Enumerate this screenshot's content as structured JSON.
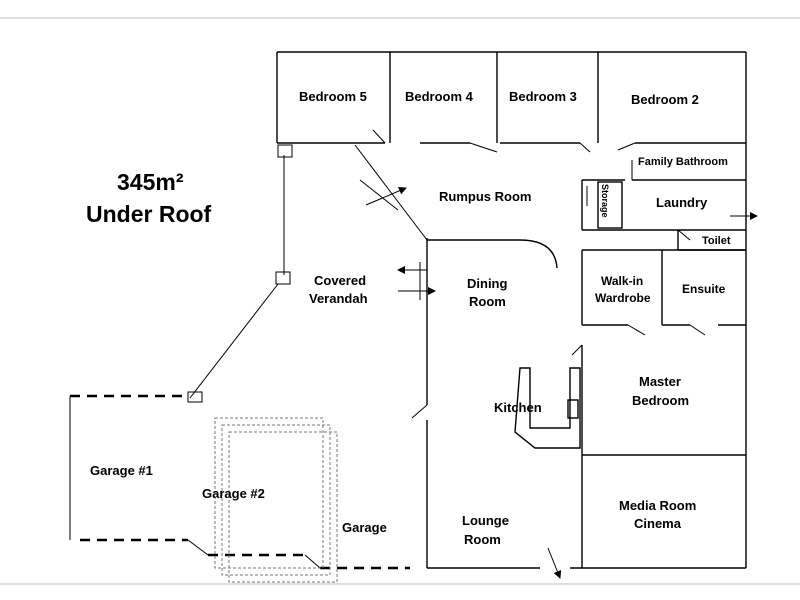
{
  "area": {
    "size": "345m²",
    "caption": "Under Roof"
  },
  "rooms": {
    "bedroom5": "Bedroom 5",
    "bedroom4": "Bedroom 4",
    "bedroom3": "Bedroom 3",
    "bedroom2": "Bedroom 2",
    "family_bathroom": "Family Bathroom",
    "rumpus_room": "Rumpus Room",
    "storage": "Storage",
    "laundry": "Laundry",
    "toilet": "Toilet",
    "covered_verandah_1": "Covered",
    "covered_verandah_2": "Verandah",
    "dining_1": "Dining",
    "dining_2": "Room",
    "walkin_1": "Walk-in",
    "walkin_2": "Wardrobe",
    "ensuite": "Ensuite",
    "master_1": "Master",
    "master_2": "Bedroom",
    "kitchen": "Kitchen",
    "garage1": "Garage #1",
    "garage2": "Garage #2",
    "garage": "Garage",
    "lounge_1": "Lounge",
    "lounge_2": "Room",
    "media_1": "Media Room",
    "media_2": "Cinema"
  }
}
